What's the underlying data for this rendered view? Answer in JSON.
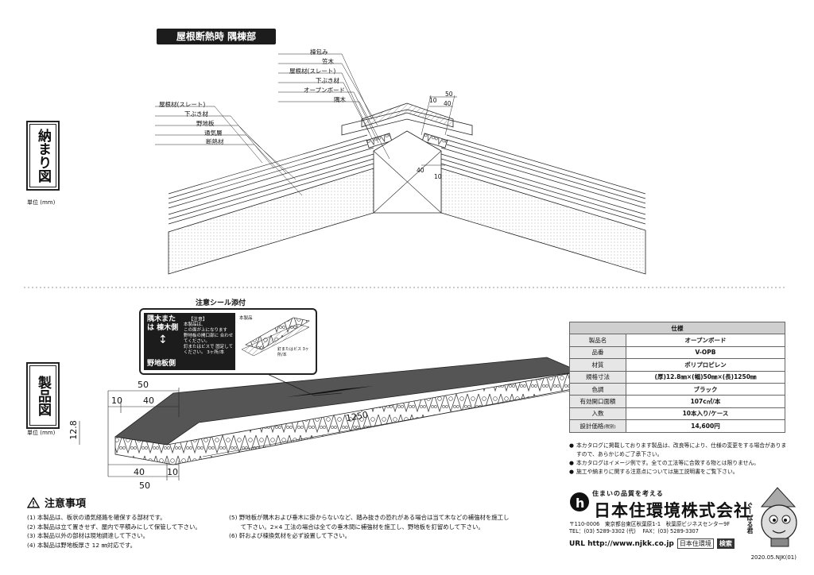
{
  "title": "屋根断熱時 隅棟部",
  "sections": {
    "detail": "納まり図",
    "product": "製品図"
  },
  "unit_label": "単位 (mm)",
  "detail_labels_left": [
    "屋根材(スレート)",
    "下ぶき材",
    "野地板",
    "通気層",
    "断熱材"
  ],
  "detail_labels_top": [
    "棟包み",
    "笠木",
    "屋根材(スレート)",
    "下ぶき材",
    "オープンボード",
    "隅木"
  ],
  "detail_dims": {
    "d50": "50",
    "d40": "40",
    "d10a": "10",
    "d40b": "40",
    "d10b": "10"
  },
  "notice": {
    "heading": "注意シール添付",
    "side_top": "隅木または 棟木側",
    "side_bottom": "野地板側",
    "tag": "【注意】",
    "text1": "本製品は、",
    "text2": "この面が上になります",
    "text3": "野地板の開口部に 合わせてください。",
    "text4": "釘またはビスで 固定してください。 3ヶ所/本",
    "diagram_label": "本製品",
    "diagram_label2": "釘またはビス 3ヶ所/本"
  },
  "product_dims": {
    "w50_top": "50",
    "w10_top": "10",
    "w40_top": "40",
    "length": "1250",
    "thick": "12.8",
    "w40_bot": "40",
    "w10_bot": "10",
    "w50_bot": "50"
  },
  "spec": {
    "header": "仕様",
    "rows": [
      {
        "k": "製品名",
        "v": "オープンボード"
      },
      {
        "k": "品番",
        "v": "V-OPB"
      },
      {
        "k": "材質",
        "v": "ポリプロピレン"
      },
      {
        "k": "規格寸法",
        "v": "(厚)12.8㎜×(幅)50㎜×(長)1250㎜"
      },
      {
        "k": "色調",
        "v": "ブラック"
      },
      {
        "k": "有効開口面積",
        "v": "107c㎡/本"
      },
      {
        "k": "入数",
        "v": "10本入り/ケース"
      },
      {
        "k": "設計価格",
        "k2": "(税別)",
        "v": "14,600円"
      }
    ]
  },
  "notes": [
    "本カタログに掲載しております製品は、改良等により、仕様の変更をする場合がありますので、あらかじめご了承下さい。",
    "本カタログはイメージ例です。全ての工法等に合致する物とは限りません。",
    "施工や納まりに関する注意点については施工説明書をご覧下さい。"
  ],
  "caution": {
    "title": "注意事項",
    "left": [
      "(1) 本製品は、板状の通気経路を確保する部材です。",
      "(2) 本製品は立て置きせず、屋内で平積みにして保管して下さい。",
      "(3) 本製品以外の部材は現地調達して下さい。",
      "(4) 本製品は野地板厚さ 12 ㎜対応です。"
    ],
    "right": [
      "(5) 野地板が隅木および垂木に掛からないなど、踏み抜きの恐れがある場合は当て木などの補強材を施工し",
      "　　て下さい。2×4 工法の場合は全ての垂木間に補強材を施工し、野地板を釘留めして下さい。",
      "(6) 軒および棟換気材を必ず設置して下さい。"
    ]
  },
  "company": {
    "slogan": "住まいの品質を考える",
    "name": "日本住環境株式会社",
    "address": "〒110-0006　東京都台東区秋葉原1-1　秋葉原ビジネスセンター9F",
    "tel": "TEL：(03) 5289-3302 (代)　 FAX：(03) 5289-3307",
    "url": "URL http://www.njkk.co.jp",
    "search_box": "日本住環境",
    "search_btn": "検索",
    "mascot": "ぐーぱる君"
  },
  "footer": "2020.05.NJK(01)"
}
